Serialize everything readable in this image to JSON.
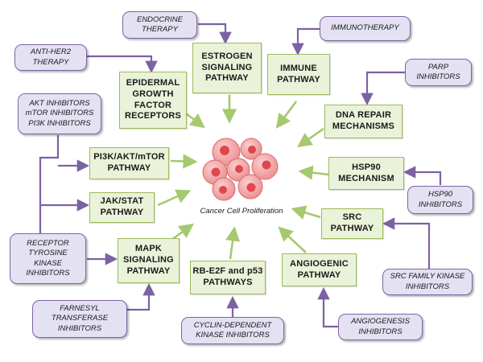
{
  "center": {
    "label": "Cancer Cell Proliferation"
  },
  "pathways": {
    "estrogen": "ESTROGEN\nSIGNALING\nPATHWAY",
    "immune": "IMMUNE\nPATHWAY",
    "egfr": "EPIDERMAL\nGROWTH\nFACTOR\nRECEPTORS",
    "dna_repair": "DNA REPAIR\nMECHANISMS",
    "pi3k": "PI3K/AKT/mTOR\nPATHWAY",
    "hsp90": "HSP90\nMECHANISM",
    "jakstat": "JAK/STAT\nPATHWAY",
    "src": "SRC\nPATHWAY",
    "mapk": "MAPK\nSIGNALING\nPATHWAY",
    "rb": "RB-E2F and p53\nPATHWAYS",
    "angiogenic": "ANGIOGENIC\nPATHWAY"
  },
  "inhibitors": {
    "endocrine": "ENDOCRINE\nTHERAPY",
    "immunotherapy": "IMMUNOTHERAPY",
    "antiher2": "ANTI-HER2\nTHERAPY",
    "parp": "PARP\nINHIBITORS",
    "akt": "AKT INHIBITORS\nmTOR INHIBITORS\nPI3K INHIBITORS",
    "hsp90": "HSP90\nINHIBITORS",
    "rtk": "RECEPTOR\nTYROSINE\nKINASE\nINHIBITORS",
    "src_family": "SRC FAMILY KINASE\nINHIBITORS",
    "farnesyl": "FARNESYL\nTRANSFERASE\nINHIBITORS",
    "cyclin": "CYCLIN-DEPENDENT\nKINASE INHIBITORS",
    "angiogenesis": "ANGIOGENESIS\nINHIBITORS"
  },
  "colors": {
    "pathway_fill": "#eaf3d9",
    "pathway_border": "#9bbb59",
    "pathway_arrow": "#a6c86e",
    "inhibitor_fill": "#e3e1f2",
    "inhibitor_border": "#8064a2",
    "inhibitor_connector": "#7b62a3",
    "cell_fill": "#ef9a9a",
    "nucleus_fill": "#e0474c"
  }
}
